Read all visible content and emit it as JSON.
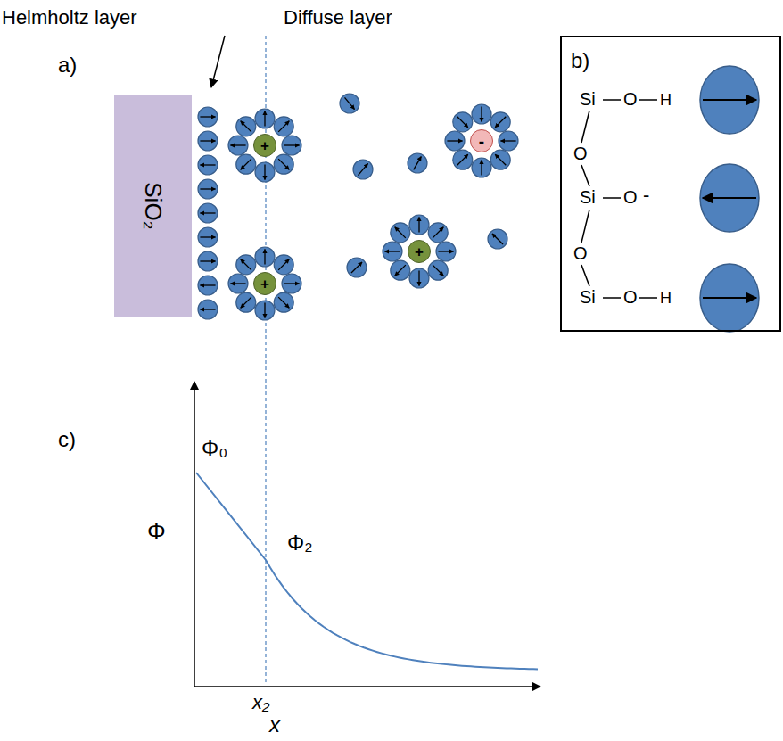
{
  "diagram": {
    "nodes": [
      {
        "text": [
          "SiO₂"
        ]
      },
      {
        "text": [
          "+"
        ]
      },
      {
        "text": [
          "-"
        ]
      },
      {
        "text": [
          "+"
        ]
      },
      {
        "text": [
          "+"
        ]
      },
      {
        "text": [
          "b)"
        ]
      }
    ],
    "labels": [
      "Helmholtz layer",
      "Diffuse layer",
      "a)",
      "Si",
      "O",
      "H",
      "O",
      "Si",
      "O",
      "-",
      "O",
      "Si",
      "O",
      "H",
      "c)",
      "Φ₀",
      "Φ",
      "Φ₂",
      "x₂",
      "x"
    ]
  }
}
